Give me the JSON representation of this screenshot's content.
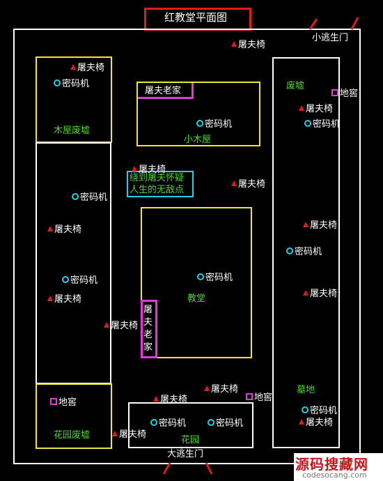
{
  "title": "红教堂平面图",
  "exits": {
    "small": "小逃生门",
    "big": "大逃生门"
  },
  "areas": {
    "wood_ruins": "木屋废墟",
    "small_cabin": "小木屋",
    "ruins": "废墟",
    "church": "教堂",
    "cemetery": "墓地",
    "garden_ruins": "花园废墟",
    "garden": "花园"
  },
  "house": {
    "cabin": "屠夫老家",
    "church": "屠夫老家"
  },
  "tip": {
    "line1": "绕到屠夫怀疑",
    "line2": "人生的无敌点"
  },
  "legend": {
    "chair": "屠夫椅",
    "generator": "密码机",
    "hatch": "地窖"
  },
  "watermark": {
    "cn": "源码搜藏网",
    "url": "codesocang.com"
  },
  "colors": {
    "yellow": "#f2e53a",
    "magenta": "#e23ad8",
    "cyan": "#1fd0e6",
    "red": "#e01b1b",
    "green": "#49d629"
  }
}
